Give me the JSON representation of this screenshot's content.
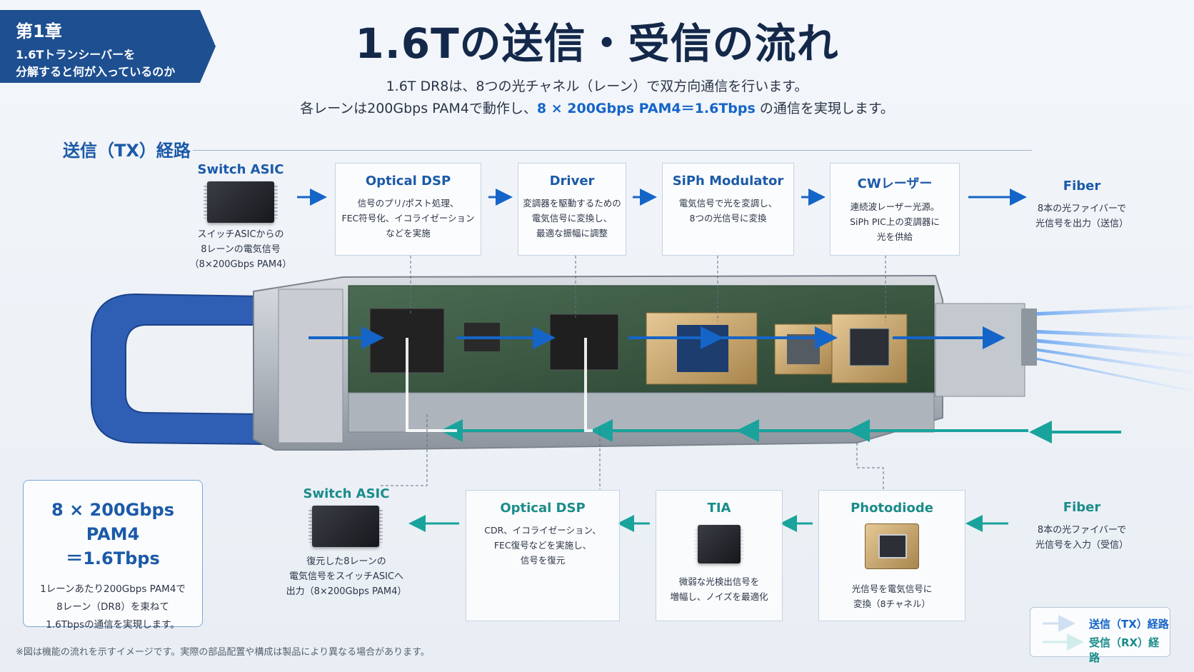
{
  "chapter": {
    "label": "第1章",
    "subtitle_line1": "1.6Tトランシーバーを",
    "subtitle_line2": "分解すると何が入っているのか"
  },
  "title": "1.6Tの送信・受信の流れ",
  "intro": {
    "line1": "1.6T DR8は、8つの光チャネル（レーン）で双方向通信を行います。",
    "line2_before": "各レーンは200Gbps PAM4で動作し、",
    "line2_highlight": "8 × 200Gbps PAM4＝1.6Tbps",
    "line2_after": " の通信を実現します。"
  },
  "tx_heading": "送信（TX）経路",
  "tx": {
    "switch_asic": {
      "title": "Switch ASIC",
      "desc1": "スイッチASICからの",
      "desc2": "8レーンの電気信号",
      "desc3": "（8×200Gbps PAM4）"
    },
    "optical_dsp": {
      "title": "Optical DSP",
      "desc1": "信号のプリ/ポスト処理、",
      "desc2": "FEC符号化、イコライゼーション",
      "desc3": "などを実施"
    },
    "driver": {
      "title": "Driver",
      "desc1": "変調器を駆動するための",
      "desc2": "電気信号に変換し、",
      "desc3": "最適な振幅に調整"
    },
    "siph_modulator": {
      "title": "SiPh Modulator",
      "desc1": "電気信号で光を変調し、",
      "desc2": "8つの光信号に変換"
    },
    "cw_laser": {
      "title": "CWレーザー",
      "desc1": "連続波レーザー光源。",
      "desc2": "SiPh PIC上の変調器に",
      "desc3": "光を供給"
    },
    "fiber": {
      "title": "Fiber",
      "desc1": "8本の光ファイバーで",
      "desc2": "光信号を出力（送信）"
    }
  },
  "rx": {
    "switch_asic": {
      "title": "Switch ASIC",
      "desc1": "復元した8レーンの",
      "desc2": "電気信号をスイッチASICへ",
      "desc3": "出力（8×200Gbps PAM4）"
    },
    "optical_dsp": {
      "title": "Optical DSP",
      "desc1": "CDR、イコライゼーション、",
      "desc2": "FEC復号などを実施し、",
      "desc3": "信号を復元"
    },
    "tia": {
      "title": "TIA",
      "desc1": "微弱な光検出信号を",
      "desc2": "増幅し、ノイズを最適化"
    },
    "photodiode": {
      "title": "Photodiode",
      "desc1": "光信号を電気信号に",
      "desc2": "変換（8チャネル）"
    },
    "fiber": {
      "title": "Fiber",
      "desc1": "8本の光ファイバーで",
      "desc2": "光信号を入力（受信）"
    }
  },
  "summary": {
    "line1": "8 × 200Gbps PAM4",
    "line2": "＝1.6Tbps",
    "desc1": "1レーンあたり200Gbps PAM4で",
    "desc2": "8レーン（DR8）を束ねて",
    "desc3": "1.6Tbpsの通信を実現します。"
  },
  "legend": {
    "tx": "送信（TX）経路",
    "rx": "受信（RX）経路"
  },
  "footnote": "※図は機能の流れを示すイメージです。実際の部品配置や構成は製品により異なる場合があります。",
  "colors": {
    "tx": "#1565c8",
    "rx": "#1aa39c",
    "navy": "#1d4f91"
  }
}
